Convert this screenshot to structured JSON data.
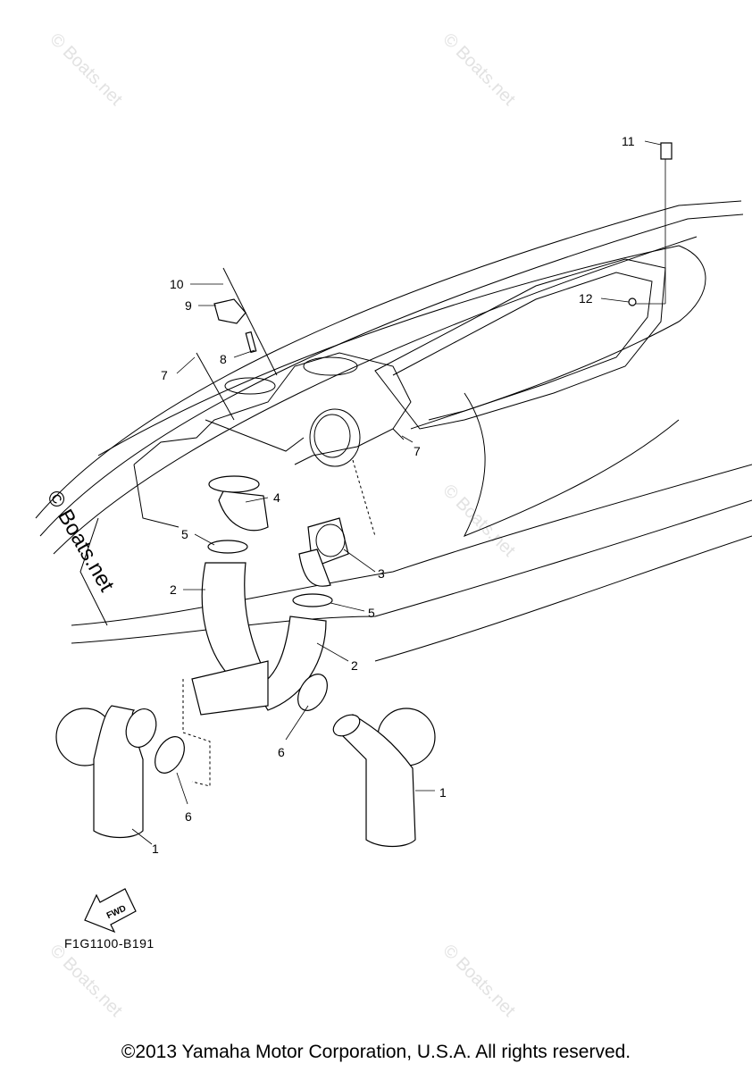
{
  "diagram": {
    "callouts": [
      {
        "label": "11"
      },
      {
        "label": "10"
      },
      {
        "label": "9"
      },
      {
        "label": "8"
      },
      {
        "label": "12"
      },
      {
        "label": "7"
      },
      {
        "label": "7"
      },
      {
        "label": "4"
      },
      {
        "label": "5"
      },
      {
        "label": "3"
      },
      {
        "label": "2"
      },
      {
        "label": "5"
      },
      {
        "label": "2"
      },
      {
        "label": "6"
      },
      {
        "label": "6"
      },
      {
        "label": "1"
      },
      {
        "label": "1"
      }
    ],
    "fwd_label": "FWD",
    "drawing_code": "F1G1100-B191",
    "watermark": "© Boats.net",
    "copyright": "©2013 Yamaha Motor Corporation, U.S.A. All rights reserved."
  }
}
